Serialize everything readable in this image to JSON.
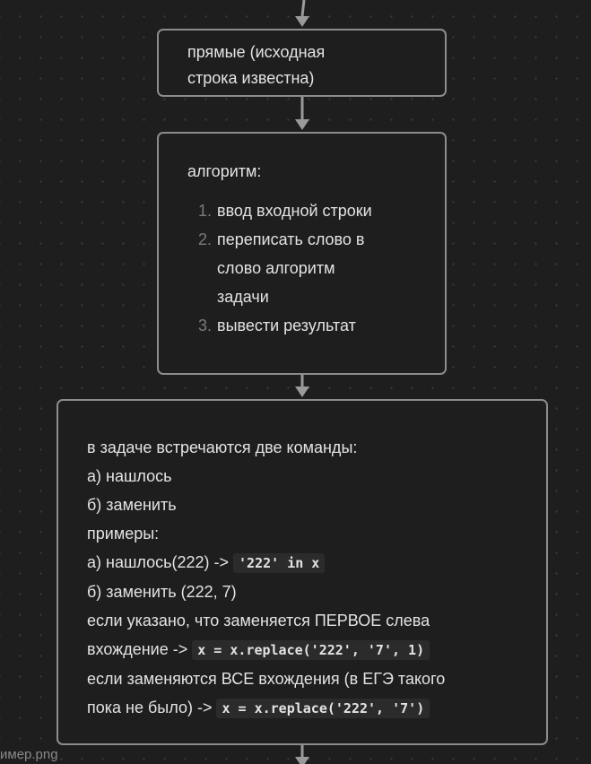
{
  "colors": {
    "background": "#1e1e1e",
    "node_border": "#8c8c8c",
    "connector": "#9a9a9a",
    "text": "#e3e3e3"
  },
  "node1": {
    "lines": [
      "прямые (исходная",
      "строка известна)"
    ]
  },
  "node2": {
    "heading": "алгоритм:",
    "steps": [
      {
        "num": "1.",
        "lines": [
          "ввод входной строки"
        ]
      },
      {
        "num": "2.",
        "lines": [
          "переписать слово в",
          "слово алгоритм",
          "задачи"
        ]
      },
      {
        "num": "3.",
        "lines": [
          "вывести результат"
        ]
      }
    ]
  },
  "node3": {
    "lines": [
      {
        "text": "в задаче встречаются две команды:"
      },
      {
        "text": "а) нашлось"
      },
      {
        "text": "б) заменить"
      },
      {
        "text": "примеры:"
      },
      {
        "text": "а) нашлось(222) -> ",
        "code": "'222' in x"
      },
      {
        "text": "б) заменить (222, 7)"
      },
      {
        "text": "если указано, что заменяется ПЕРВОЕ слева"
      },
      {
        "text": "вхождение -> ",
        "code": "x = x.replace('222', '7', 1)"
      },
      {
        "text": "если заменяются ВСЕ вхождения (в ЕГЭ такого"
      },
      {
        "text": "пока не было) -> ",
        "code": "x = x.replace('222', '7')"
      }
    ]
  },
  "caption": "имер.png"
}
